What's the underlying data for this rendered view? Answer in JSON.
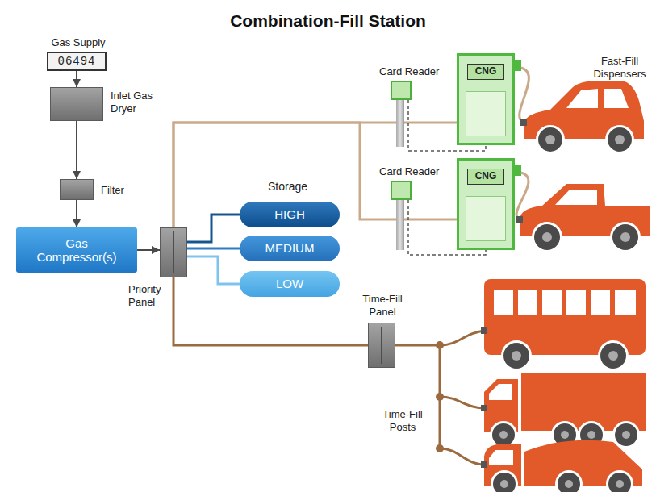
{
  "diagram": {
    "title": "Combination-Fill Station",
    "nodes": [
      {
        "text": [
          "Gas Supply",
          "06494"
        ]
      },
      {
        "text": [
          "Inlet Gas Dryer"
        ]
      },
      {
        "text": [
          "Filter"
        ]
      },
      {
        "text": [
          "Gas Compressor(s)"
        ]
      },
      {
        "text": [
          "Priority Panel"
        ]
      },
      {
        "text": [
          "HIGH"
        ]
      },
      {
        "text": [
          "MEDIUM"
        ]
      },
      {
        "text": [
          "LOW"
        ]
      },
      {
        "text": [
          "Card Reader"
        ]
      },
      {
        "text": [
          "CNG"
        ]
      },
      {
        "text": [
          "Card Reader"
        ]
      },
      {
        "text": [
          "CNG"
        ]
      },
      {
        "text": [
          "Time-Fill Panel"
        ]
      }
    ],
    "edges": [
      {
        "from": 0,
        "to": 1,
        "arrow": "to"
      },
      {
        "from": 1,
        "to": 2,
        "arrow": "to"
      },
      {
        "from": 2,
        "to": 3,
        "arrow": "to"
      },
      {
        "from": 3,
        "to": 4,
        "arrow": "to"
      },
      {
        "from": 4,
        "to": 5,
        "arrow": "none"
      },
      {
        "from": 4,
        "to": 6,
        "arrow": "none"
      },
      {
        "from": 4,
        "to": 7,
        "arrow": "none"
      },
      {
        "from": 4,
        "to": 9,
        "arrow": "none"
      },
      {
        "from": 4,
        "to": 11,
        "arrow": "none"
      },
      {
        "from": 4,
        "to": 12,
        "arrow": "none"
      },
      {
        "from": 8,
        "to": 9,
        "arrow": "none"
      },
      {
        "from": 10,
        "to": 11,
        "arrow": "none"
      }
    ],
    "labels": [
      "Storage",
      "Fast-Fill Dispensers",
      "Time-Fill Posts"
    ]
  }
}
